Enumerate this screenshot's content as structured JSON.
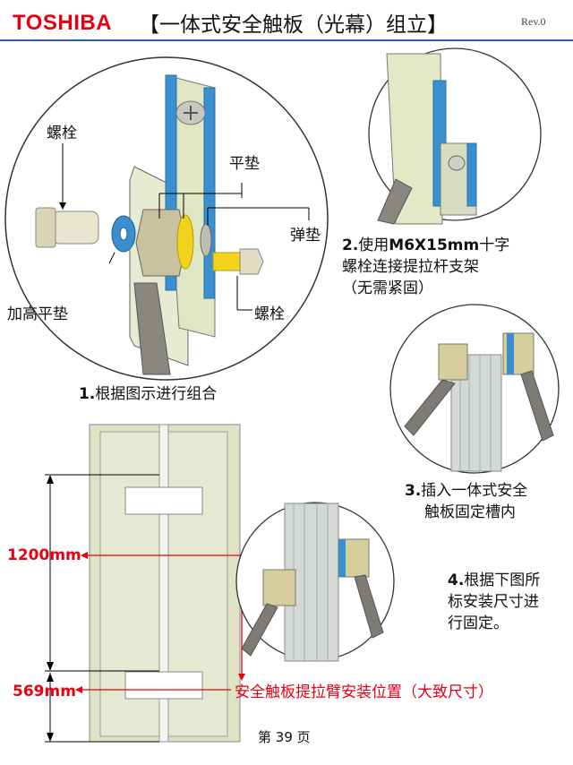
{
  "header": {
    "logo": "TOSHIBA",
    "title": "【一体式安全触板（光幕）组立】",
    "revision": "Rev.0"
  },
  "figure1": {
    "labels": {
      "bolt_left": "螺栓",
      "flat_washer": "平垫",
      "spring_washer": "弹垫",
      "raised_washer": "加高平垫",
      "bolt_right": "螺栓"
    },
    "step_no": "1.",
    "step_text": "根据图示进行组合"
  },
  "step2": {
    "no": "2.",
    "line1_prefix": "使用",
    "line1_bold": "M6X15mm",
    "line1_suffix": "十字",
    "line2": "螺栓连接提拉杆支架",
    "line3": "（无需紧固）"
  },
  "step3": {
    "no": "3.",
    "line1": "插入一体式安全",
    "line2": "触板固定槽内"
  },
  "step4": {
    "no": "4.",
    "line1": "根据下图所",
    "line2": "标安装尺寸进",
    "line3": "行固定。"
  },
  "dimensions": {
    "upper": "1200mm",
    "lower": "569mm",
    "note": "安全触板提拉臂安装位置（大致尺寸）"
  },
  "footer": {
    "page_prefix": "第",
    "page_number": "39",
    "page_suffix": "页"
  },
  "colors": {
    "brand_red": "#e60012",
    "rule_blue": "#2a5caa",
    "bracket_blue": "#3a8fd0",
    "washer_yellow": "#f2d21a",
    "panel_green": "#d7dfb8"
  }
}
